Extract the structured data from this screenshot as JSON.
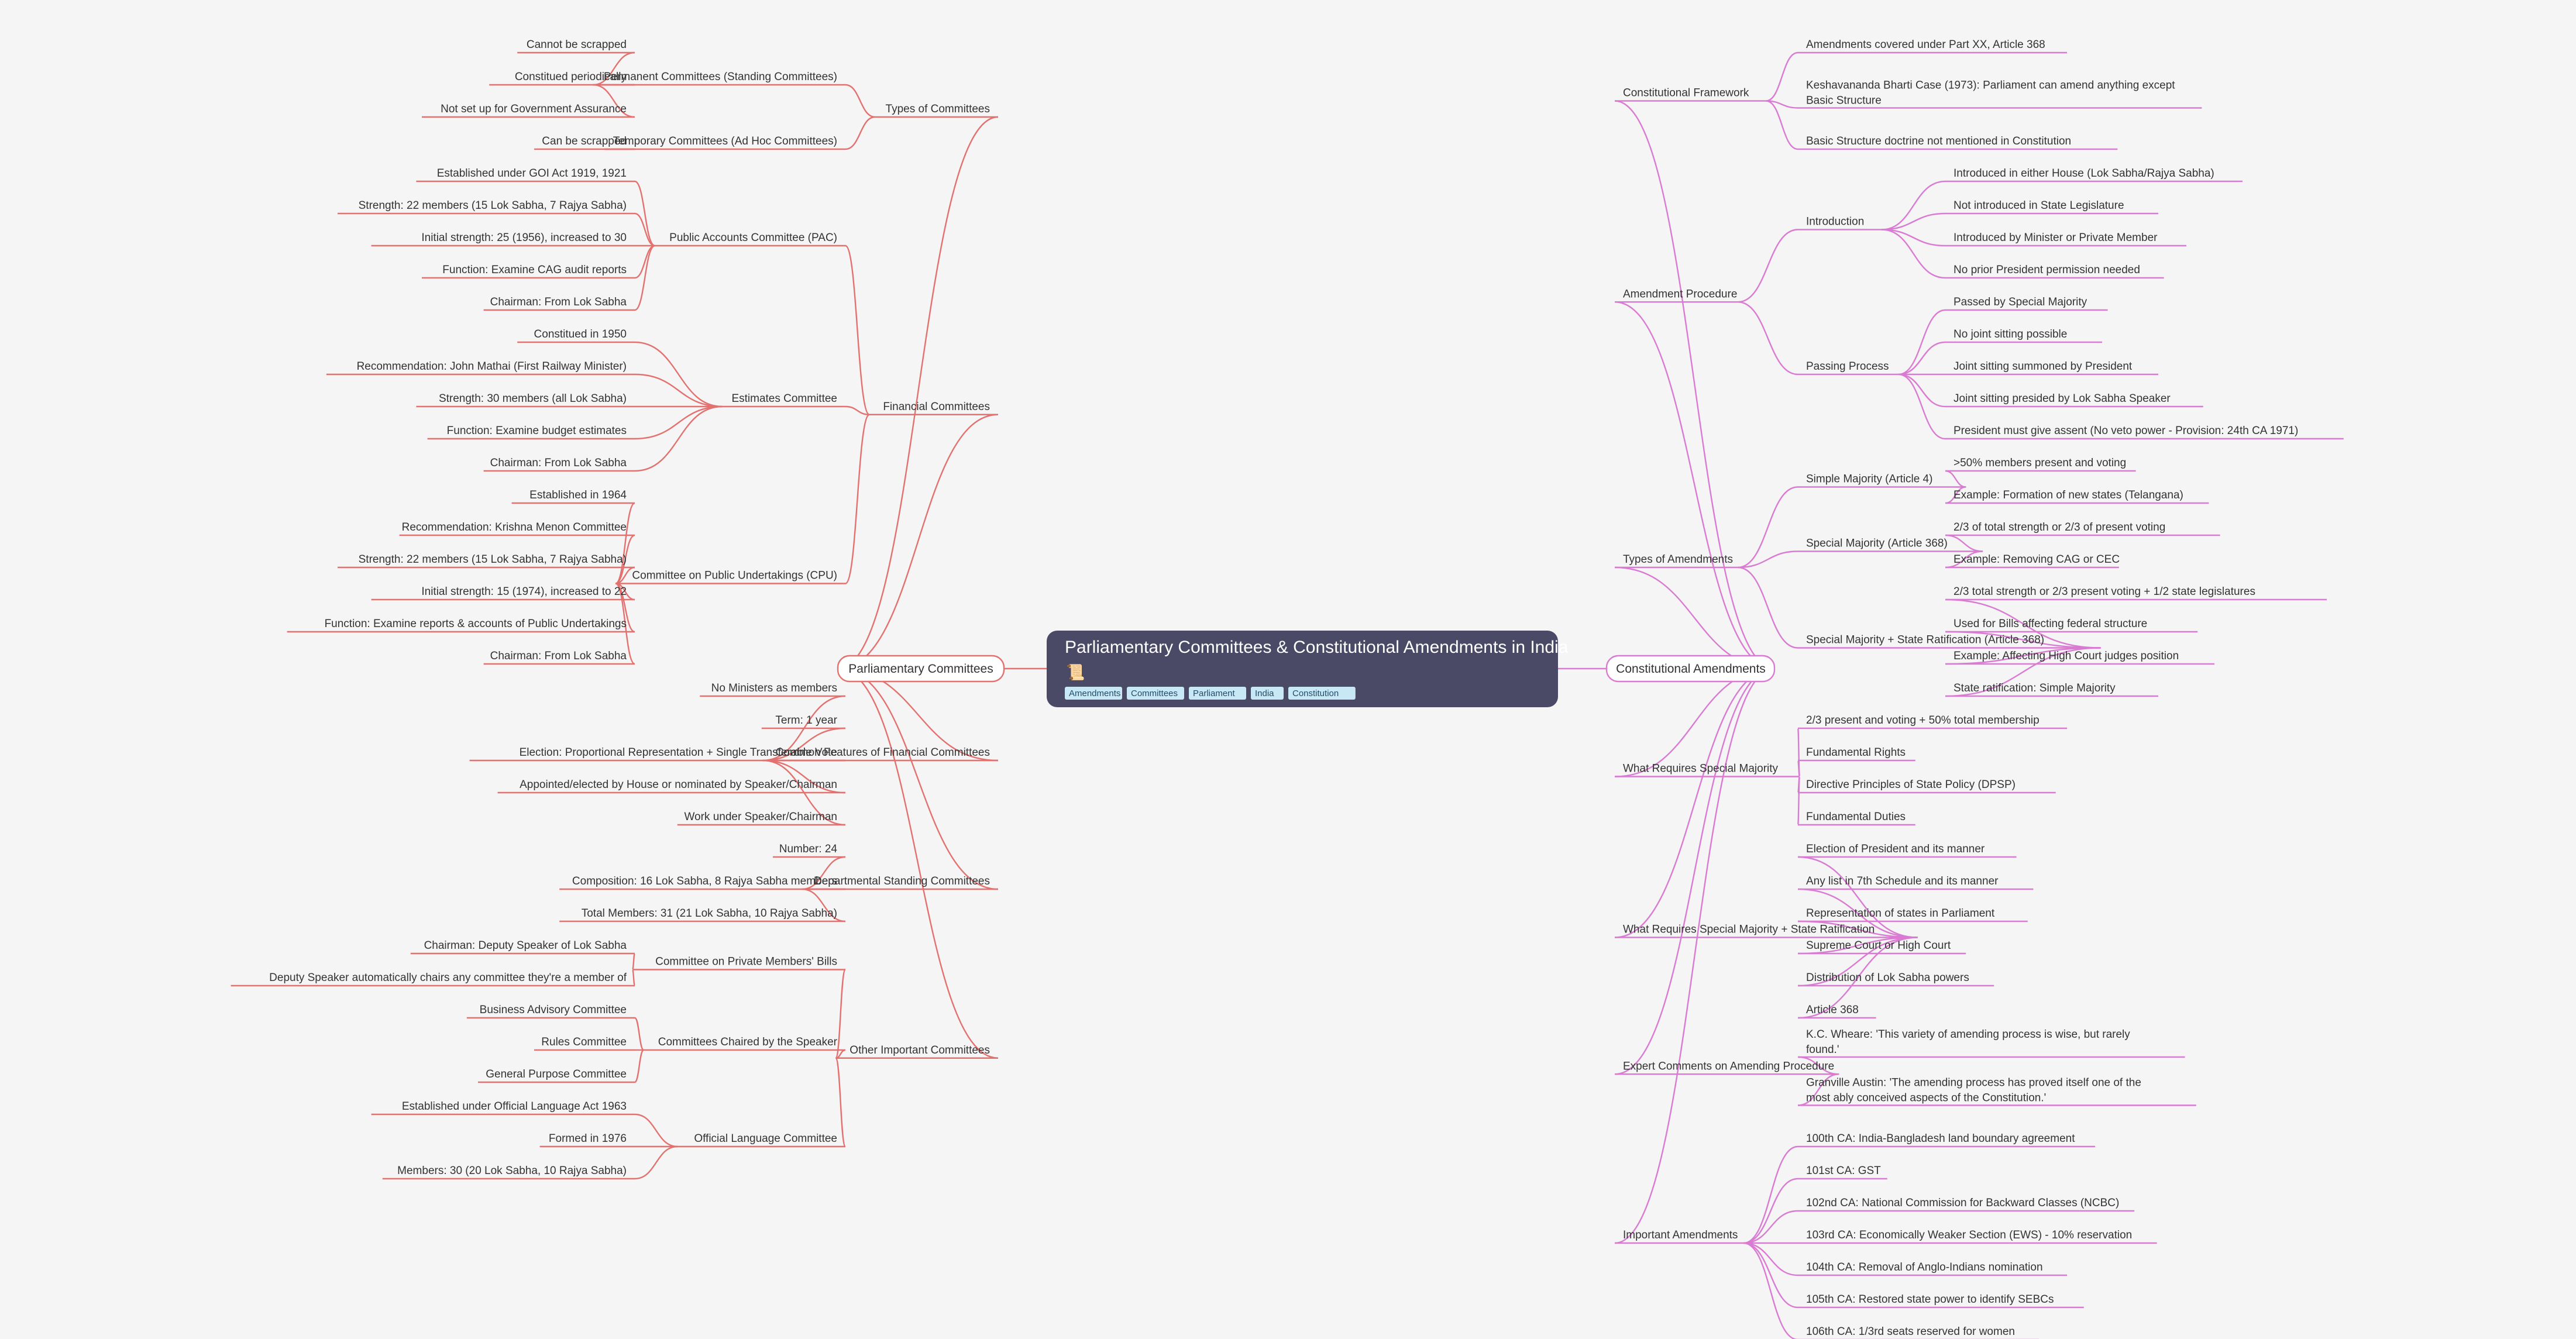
{
  "colors": {
    "left": "#e2716f",
    "right": "#d97bd2",
    "root_bg": "#4b4a66",
    "tag_bg": "#c9e8f5"
  },
  "root": {
    "title": "Parliamentary Committees & Constitutional Amendments in India",
    "icon": "scroll-icon",
    "icon_glyph": "📜",
    "tags": [
      "Amendments",
      "Committees",
      "Parliament",
      "India",
      "Constitution"
    ]
  },
  "branches": [
    {
      "side": "right",
      "label": "Constitutional Amendments",
      "children": [
        {
          "label": "Constitutional Framework",
          "children": [
            {
              "label": "Amendments covered under Part XX, Article 368"
            },
            {
              "label": "Keshavananda Bharti Case (1973): Parliament can amend anything except Basic Structure"
            },
            {
              "label": "Basic Structure doctrine not mentioned in Constitution"
            }
          ]
        },
        {
          "label": "Amendment Procedure",
          "children": [
            {
              "label": "Introduction",
              "children": [
                {
                  "label": "Introduced in either House (Lok Sabha/Rajya Sabha)"
                },
                {
                  "label": "Not introduced in State Legislature"
                },
                {
                  "label": "Introduced by Minister or Private Member"
                },
                {
                  "label": "No prior President permission needed"
                }
              ]
            },
            {
              "label": "Passing Process",
              "children": [
                {
                  "label": "Passed by Special Majority"
                },
                {
                  "label": "No joint sitting possible"
                },
                {
                  "label": "Joint sitting summoned by President"
                },
                {
                  "label": "Joint sitting presided by Lok Sabha Speaker"
                },
                {
                  "label": "President must give assent (No veto power - Provision: 24th CA 1971)"
                }
              ]
            }
          ]
        },
        {
          "label": "Types of Amendments",
          "children": [
            {
              "label": "Simple Majority (Article 4)",
              "children": [
                {
                  "label": ">50% members present and voting"
                },
                {
                  "label": "Example: Formation of new states (Telangana)"
                }
              ]
            },
            {
              "label": "Special Majority (Article 368)",
              "children": [
                {
                  "label": "2/3 of total strength or 2/3 of present voting"
                },
                {
                  "label": "Example: Removing CAG or CEC"
                }
              ]
            },
            {
              "label": "Special Majority + State Ratification (Article 368)",
              "children": [
                {
                  "label": "2/3 total strength or 2/3 present voting + 1/2 state legislatures"
                },
                {
                  "label": "Used for Bills affecting federal structure"
                },
                {
                  "label": "Example: Affecting High Court judges position"
                },
                {
                  "label": "State ratification: Simple Majority"
                }
              ]
            }
          ]
        },
        {
          "label": "What Requires Special Majority",
          "children": [
            {
              "label": "2/3 present and voting + 50% total membership"
            },
            {
              "label": "Fundamental Rights"
            },
            {
              "label": "Directive Principles of State Policy (DPSP)"
            },
            {
              "label": "Fundamental Duties"
            }
          ]
        },
        {
          "label": "What Requires Special Majority + State Ratification",
          "children": [
            {
              "label": "Election of President and its manner"
            },
            {
              "label": "Any list in 7th Schedule and its manner"
            },
            {
              "label": "Representation of states in Parliament"
            },
            {
              "label": "Supreme Court or High Court"
            },
            {
              "label": "Distribution of Lok Sabha powers"
            },
            {
              "label": "Article 368"
            }
          ]
        },
        {
          "label": "Expert Comments on Amending Procedure",
          "children": [
            {
              "label": "K.C. Wheare: 'This variety of amending process is wise, but rarely found.'"
            },
            {
              "label": "Granville Austin: 'The amending process has proved itself one of the most ably conceived aspects of the Constitution.'"
            }
          ]
        },
        {
          "label": "Important Amendments",
          "children": [
            {
              "label": "100th CA: India-Bangladesh land boundary agreement"
            },
            {
              "label": "101st CA: GST"
            },
            {
              "label": "102nd CA: National Commission for Backward Classes (NCBC)"
            },
            {
              "label": "103rd CA: Economically Weaker Section (EWS) - 10% reservation"
            },
            {
              "label": "104th CA: Removal of Anglo-Indians nomination"
            },
            {
              "label": "105th CA: Restored state power to identify SEBCs"
            },
            {
              "label": "106th CA: 1/3rd seats reserved for women"
            }
          ]
        }
      ]
    },
    {
      "side": "left",
      "label": "Parliamentary Committees",
      "children": [
        {
          "label": "Types of Committees",
          "children": [
            {
              "label": "Permanent Committees (Standing Committees)",
              "children": [
                {
                  "label": "Cannot be scrapped"
                },
                {
                  "label": "Constitued periodically"
                },
                {
                  "label": "Not set up for Government Assurance"
                }
              ]
            },
            {
              "label": "Temporary Committees (Ad Hoc Committees)",
              "children": [
                {
                  "label": "Can be scrapped"
                }
              ]
            }
          ]
        },
        {
          "label": "Financial Committees",
          "children": [
            {
              "label": "Public Accounts Committee (PAC)",
              "children": [
                {
                  "label": "Established under GOI Act 1919, 1921"
                },
                {
                  "label": "Strength: 22 members (15 Lok Sabha, 7 Rajya Sabha)"
                },
                {
                  "label": "Initial strength: 25 (1956), increased to 30"
                },
                {
                  "label": "Function: Examine CAG audit reports"
                },
                {
                  "label": "Chairman: From Lok Sabha"
                }
              ]
            },
            {
              "label": "Estimates Committee",
              "children": [
                {
                  "label": "Constitued in 1950"
                },
                {
                  "label": "Recommendation: John Mathai (First Railway Minister)"
                },
                {
                  "label": "Strength: 30 members (all Lok Sabha)"
                },
                {
                  "label": "Function: Examine budget estimates"
                },
                {
                  "label": "Chairman: From Lok Sabha"
                }
              ]
            },
            {
              "label": "Committee on Public Undertakings (CPU)",
              "children": [
                {
                  "label": "Established in 1964"
                },
                {
                  "label": "Recommendation: Krishna Menon Committee"
                },
                {
                  "label": "Strength: 22 members (15 Lok Sabha, 7 Rajya Sabha)"
                },
                {
                  "label": "Initial strength: 15 (1974), increased to 22"
                },
                {
                  "label": "Function: Examine reports & accounts of Public Undertakings"
                },
                {
                  "label": "Chairman: From Lok Sabha"
                }
              ]
            }
          ]
        },
        {
          "label": "Common Features of Financial Committees",
          "children": [
            {
              "label": "No Ministers as members"
            },
            {
              "label": "Term: 1 year"
            },
            {
              "label": "Election: Proportional Representation + Single Transferable Vote"
            },
            {
              "label": "Appointed/elected by House or nominated by Speaker/Chairman"
            },
            {
              "label": "Work under Speaker/Chairman"
            }
          ]
        },
        {
          "label": "Departmental Standing Committees",
          "children": [
            {
              "label": "Number: 24"
            },
            {
              "label": "Composition: 16 Lok Sabha, 8 Rajya Sabha members"
            },
            {
              "label": "Total Members: 31 (21 Lok Sabha, 10 Rajya Sabha)"
            }
          ]
        },
        {
          "label": "Other Important Committees",
          "children": [
            {
              "label": "Committee on Private Members' Bills",
              "children": [
                {
                  "label": "Chairman: Deputy Speaker of Lok Sabha"
                },
                {
                  "label": "Deputy Speaker automatically chairs any committee they're a member of"
                }
              ]
            },
            {
              "label": "Committees Chaired by the Speaker",
              "children": [
                {
                  "label": "Business Advisory Committee"
                },
                {
                  "label": "Rules Committee"
                },
                {
                  "label": "General Purpose Committee"
                }
              ]
            },
            {
              "label": "Official Language Committee",
              "children": [
                {
                  "label": "Established under Official Language Act 1963"
                },
                {
                  "label": "Formed in 1976"
                },
                {
                  "label": "Members: 30 (20 Lok Sabha, 10 Rajya Sabha)"
                }
              ]
            }
          ]
        }
      ]
    }
  ]
}
